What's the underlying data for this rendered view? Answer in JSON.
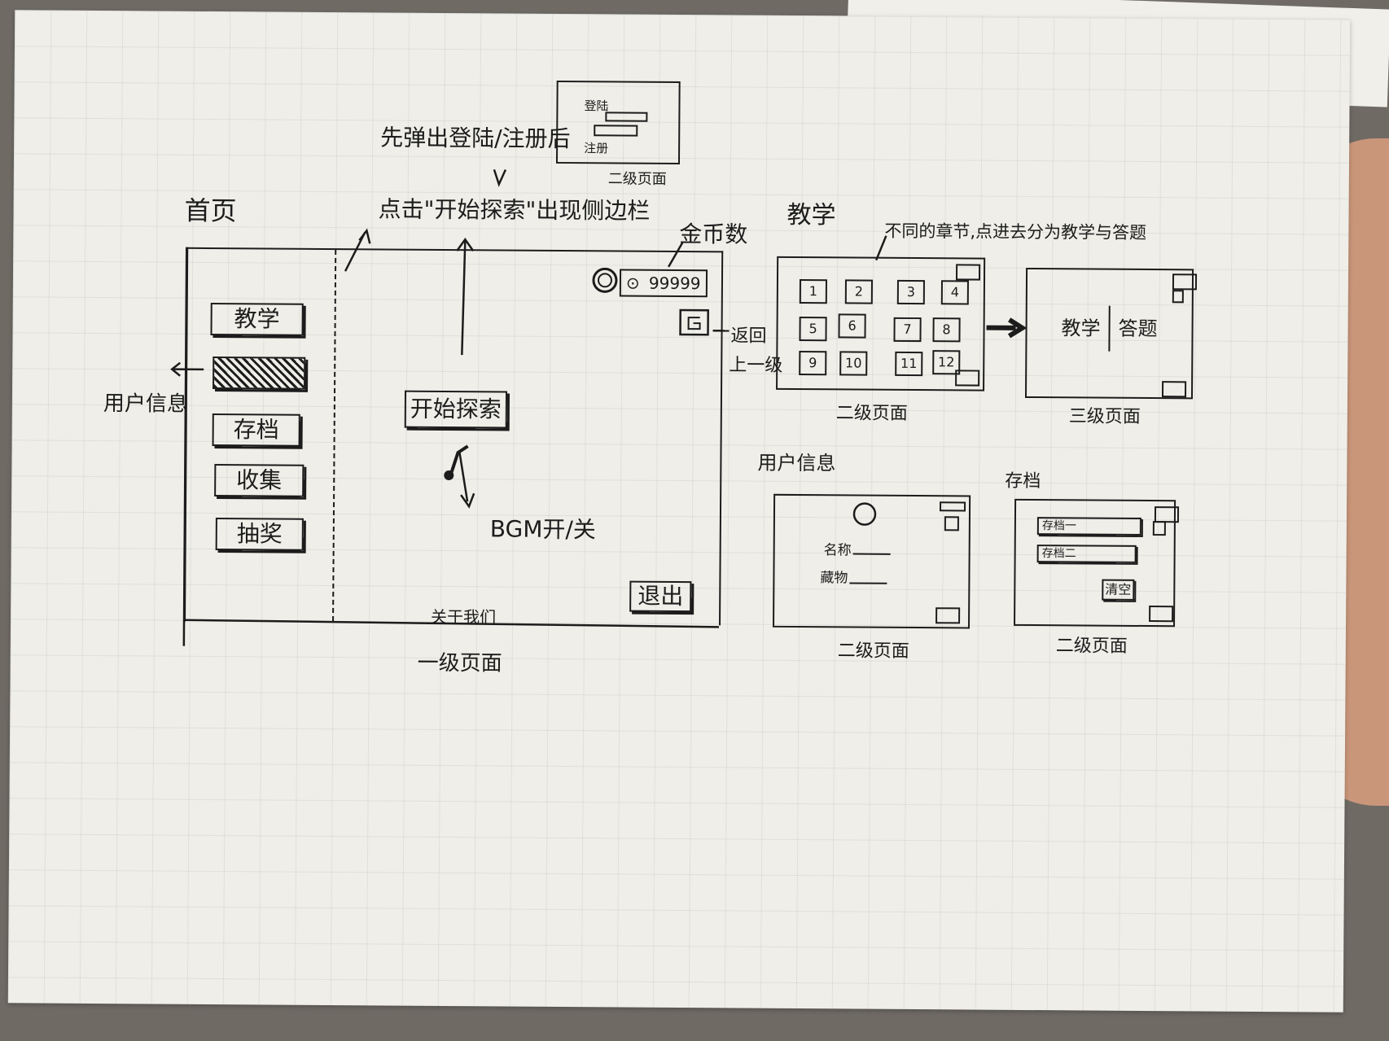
{
  "login_note": "先弹出登陆/注册后",
  "login_popup": {
    "login_label": "登陆",
    "register_label": "注册",
    "caption": "二级页面"
  },
  "explore_note": "点击\"开始探索\"出现侧边栏",
  "home": {
    "title": "首页",
    "sidebar_buttons": [
      "教学",
      "",
      "存档",
      "收集",
      "抽奖"
    ],
    "user_info_label": "用户信息",
    "coin_value": "99999",
    "coin_note": "金币数",
    "back_note_line1": "返回",
    "back_note_line2": "上一级",
    "start_button": "开始探索",
    "bgm_note": "BGM开/关",
    "exit_button": "退出",
    "about_label": "关于我们",
    "caption": "一级页面"
  },
  "teaching": {
    "title": "教学",
    "note": "不同的章节,点进去分为教学与答题",
    "chapters": [
      "1",
      "2",
      "3",
      "4",
      "5",
      "6",
      "7",
      "8",
      "9",
      "10",
      "11",
      "12"
    ],
    "caption": "二级页面"
  },
  "level3": {
    "left": "教学",
    "right": "答题",
    "caption": "三级页面"
  },
  "user_info": {
    "title": "用户信息",
    "name_label": "名称",
    "collection_label": "藏物",
    "caption": "二级页面"
  },
  "archive": {
    "title": "存档",
    "slot1": "存档一",
    "slot2": "存档二",
    "clear_button": "清空",
    "caption": "二级页面"
  }
}
